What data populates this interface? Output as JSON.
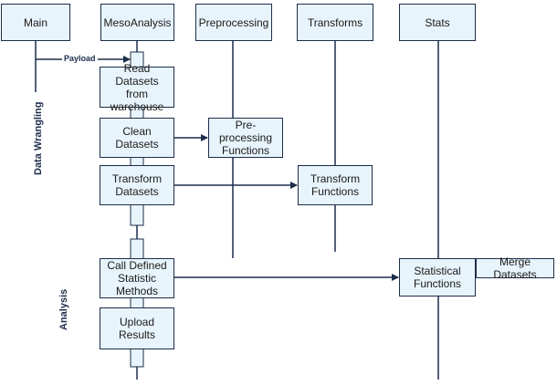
{
  "lifelines": {
    "main": "Main",
    "meso": "MesoAnalysis",
    "pre": "Preprocessing",
    "transforms": "Transforms",
    "stats": "Stats"
  },
  "group_labels": {
    "wrangling": "Data Wrangling",
    "analysis": "Analysis"
  },
  "messages": {
    "payload": "Payload"
  },
  "steps": {
    "read": "Read Datasets\nfrom warehouse",
    "clean": "Clean Datasets",
    "transform": "Transform\nDatasets",
    "call": "Call Defined\nStatistic\nMethods",
    "upload": "Upload Results"
  },
  "functions": {
    "pre": "Pre-processing\nFunctions",
    "transform": "Transform\nFunctions",
    "stats": "Statistical\nFunctions",
    "merge": "Merge Datasets"
  },
  "colors": {
    "fill": "#e8f4fb",
    "stroke": "#1c2d4a"
  }
}
